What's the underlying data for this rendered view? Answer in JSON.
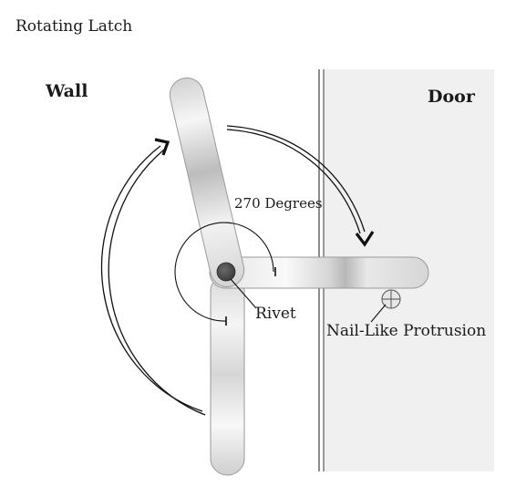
{
  "title": "Rotating Latch",
  "labels": {
    "wall": "Wall",
    "door": "Door",
    "rotation": "270 Degrees",
    "rivet": "Rivet",
    "protrusion": "Nail-Like Protrusion"
  },
  "colors": {
    "door_panel": "#f0f0f0",
    "door_edge": "#6f6f6f",
    "latch_light": "#fbfbfb",
    "latch_mid": "#d9d9d9",
    "latch_shadow": "#b4b4b4",
    "rivet": "#505050",
    "arrow": "#111111"
  }
}
